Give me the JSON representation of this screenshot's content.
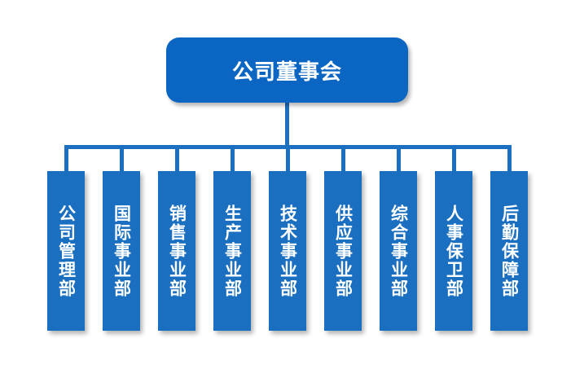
{
  "top": {
    "label": "公司董事会"
  },
  "departments": [
    {
      "label": "公司管理部"
    },
    {
      "label": "国际事业部"
    },
    {
      "label": "销售事业部"
    },
    {
      "label": "生产事业部"
    },
    {
      "label": "技术事业部"
    },
    {
      "label": "供应事业部"
    },
    {
      "label": "综合事业部"
    },
    {
      "label": "人事保卫部"
    },
    {
      "label": "后勤保障部"
    }
  ],
  "colors": {
    "node": "#0a66c2",
    "connector": "#1a6fc0",
    "text": "#ffffff"
  }
}
